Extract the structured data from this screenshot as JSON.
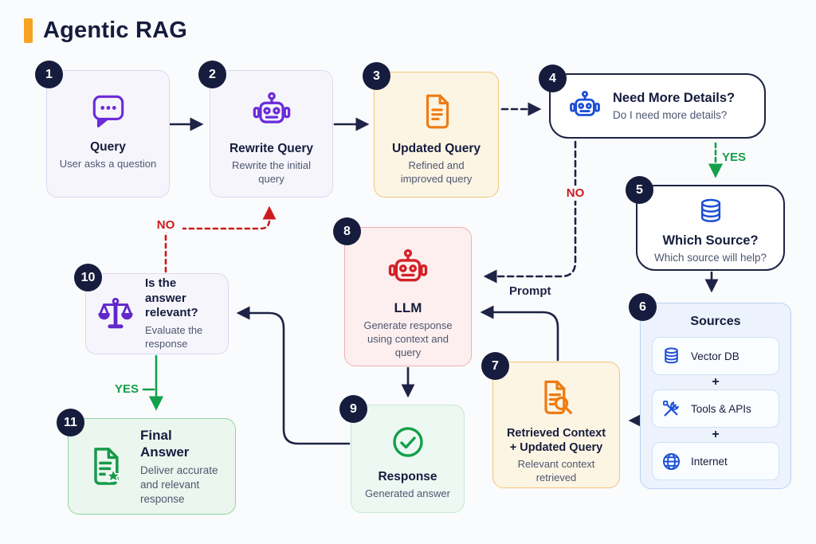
{
  "header": {
    "title": "Agentic RAG"
  },
  "colors": {
    "accent_orange": "#f6a422",
    "navy": "#1e2347",
    "purple": "#6b2bd9",
    "orange": "#ee7c12",
    "blue": "#1d4fd7",
    "red": "#d42127",
    "green": "#13a04a",
    "no_red": "#cb1c1c",
    "yes_green": "#13a04a"
  },
  "nodes": [
    {
      "badge": "1",
      "title": "Query",
      "subtitle": "User asks a question",
      "icon": "chat-icon"
    },
    {
      "badge": "2",
      "title": "Rewrite Query",
      "subtitle": "Rewrite the initial query",
      "icon": "robot-icon"
    },
    {
      "badge": "3",
      "title": "Updated Query",
      "subtitle": "Refined and improved query",
      "icon": "document-icon"
    },
    {
      "badge": "4",
      "title": "Need More Details?",
      "subtitle": "Do I need more details?",
      "icon": "robot-icon"
    },
    {
      "badge": "5",
      "title": "Which Source?",
      "subtitle": "Which source will help?",
      "icon": "database-icon"
    },
    {
      "badge": "6",
      "title": "Sources",
      "plus": "+",
      "items": [
        {
          "label": "Vector DB",
          "icon": "database-icon"
        },
        {
          "label": "Tools & APIs",
          "icon": "tools-icon"
        },
        {
          "label": "Internet",
          "icon": "globe-icon"
        }
      ]
    },
    {
      "badge": "7",
      "title": "Retrieved Context + Updated Query",
      "subtitle": "Relevant context retrieved",
      "icon": "document-search-icon"
    },
    {
      "badge": "8",
      "title": "LLM",
      "subtitle": "Generate response using context and query",
      "icon": "robot-icon"
    },
    {
      "badge": "9",
      "title": "Response",
      "subtitle": "Generated answer",
      "icon": "check-circle-icon"
    },
    {
      "badge": "10",
      "title": "Is the answer relevant?",
      "subtitle": "Evaluate the response",
      "icon": "scales-icon"
    },
    {
      "badge": "11",
      "title": "Final Answer",
      "subtitle": "Deliver accurate and relevant response",
      "icon": "document-star-icon"
    }
  ],
  "edge_labels": {
    "yes_source": "YES",
    "no_prompt": "NO",
    "prompt": "Prompt",
    "no_rewrite": "NO",
    "yes_final": "YES"
  }
}
